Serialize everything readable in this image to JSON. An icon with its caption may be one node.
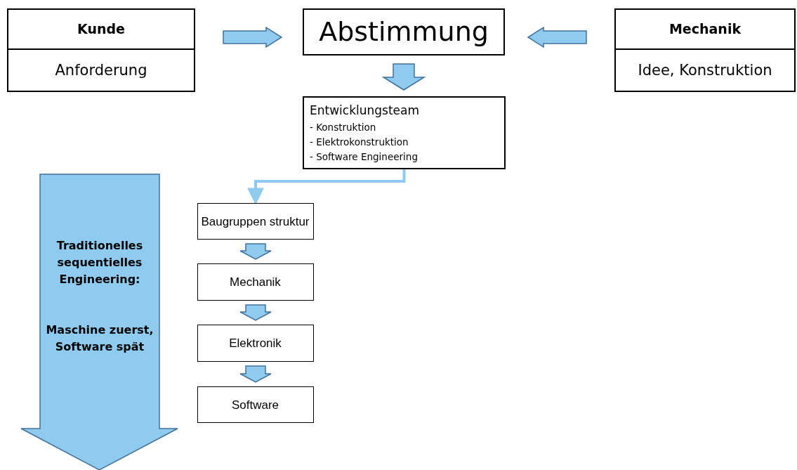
{
  "diagram": {
    "nodes": [
      {
        "text": [
          "Kunde",
          "Anforderung"
        ]
      },
      {
        "text": [
          "Abstimmung"
        ]
      },
      {
        "text": [
          "Mechanik",
          "Idee, Konstruktion"
        ]
      },
      {
        "text": [
          "Entwicklungsteam",
          "- Konstruktion",
          "- Elektrokonstruktion",
          "- Software Engineering"
        ]
      },
      {
        "text": [
          "Baugruppen struktur"
        ]
      },
      {
        "text": [
          "Mechanik"
        ]
      },
      {
        "text": [
          "Elektronik"
        ]
      },
      {
        "text": [
          "Software"
        ]
      },
      {
        "text": [
          "Traditionelles sequentielles Engineering:",
          "Maschine zuerst, Software spät"
        ]
      }
    ],
    "edges": [
      {
        "from": 0,
        "to": 1,
        "arrow": "to",
        "style": "thick"
      },
      {
        "from": 2,
        "to": 1,
        "arrow": "to",
        "style": "thick"
      },
      {
        "from": 1,
        "to": 3,
        "arrow": "to",
        "style": "thick"
      },
      {
        "from": 3,
        "to": 4,
        "arrow": "to"
      },
      {
        "from": 4,
        "to": 5,
        "arrow": "to",
        "style": "thick"
      },
      {
        "from": 5,
        "to": 6,
        "arrow": "to",
        "style": "thick"
      },
      {
        "from": 6,
        "to": 7,
        "arrow": "to",
        "style": "thick"
      }
    ]
  }
}
